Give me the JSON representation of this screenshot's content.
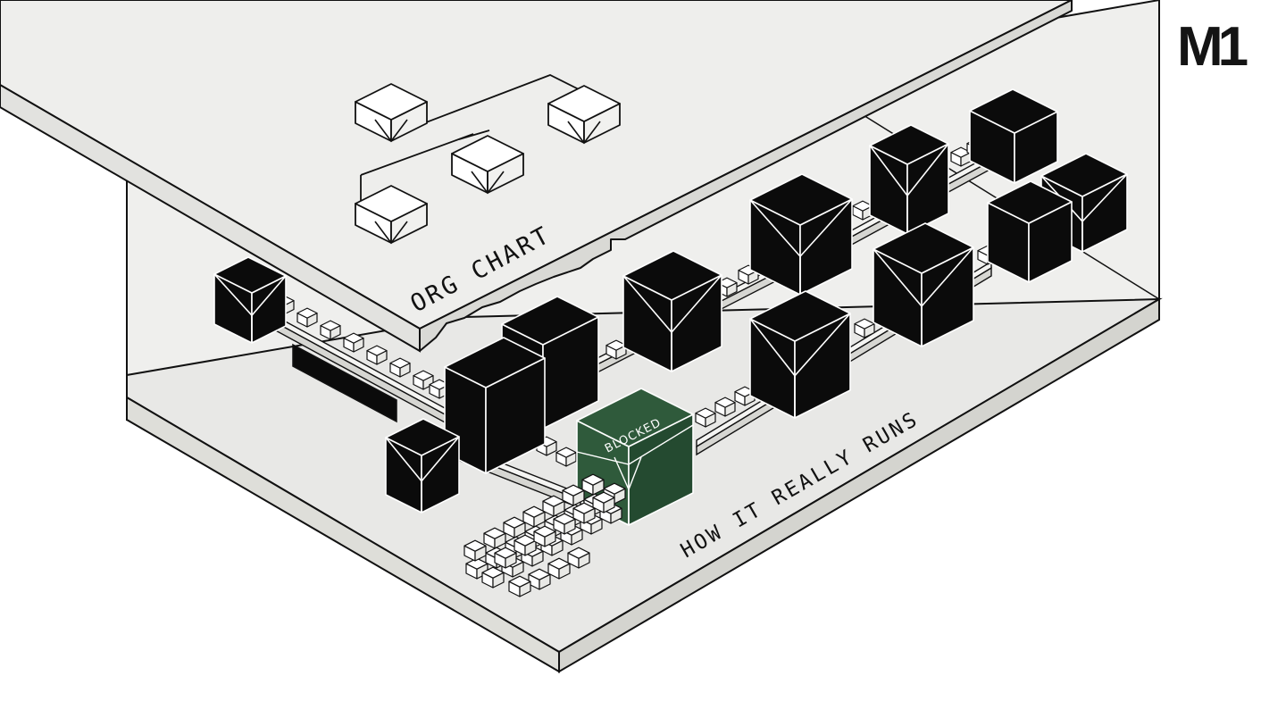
{
  "brand": {
    "logo_text": "M1"
  },
  "labels": {
    "org_chart": "ORG CHART",
    "how_it_really_runs": "HOW IT REALLY RUNS",
    "blocked": "BLOCKED"
  },
  "colors": {
    "background": "#ffffff",
    "slab_fill": "#eeeeec",
    "slab_side": "#e2e2df",
    "floor": "#e8e8e6",
    "ink": "#111111",
    "machine": "#0b0b0b",
    "blocked_machine": "#2f5a3b",
    "blocked_machine_dark": "#244a30",
    "package": "#ffffff"
  },
  "icons": {
    "org_node": "open-box-icon",
    "machine": "process-machine-icon",
    "package": "package-cube-icon"
  }
}
